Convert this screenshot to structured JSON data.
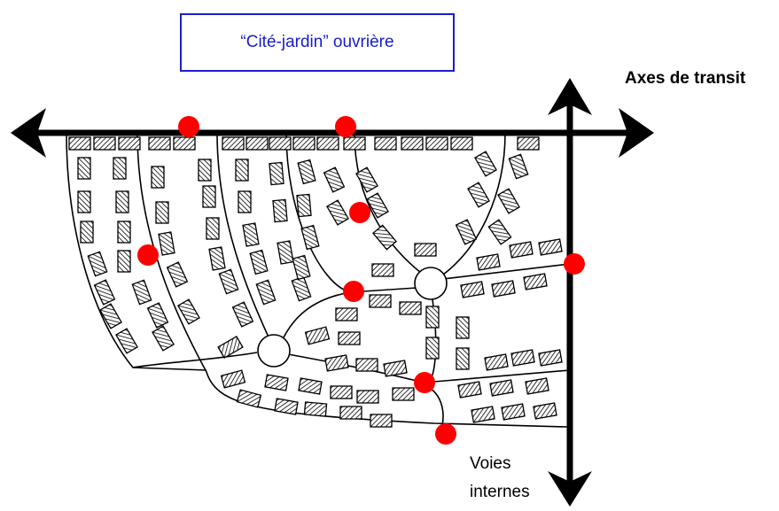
{
  "title": "“Cité-jardin” ouvrière",
  "axes_label": "Axes de transit",
  "internal_roads_label": "Voies internes",
  "colors": {
    "title_border": "#1d1dcc",
    "title_text": "#1a1acc",
    "access_point": "#ff0000",
    "lines": "#000000"
  },
  "legend_items": [
    {
      "name": "transit-axes",
      "label": "Axes de transit"
    },
    {
      "name": "internal-roads",
      "label": "Voies internes"
    }
  ]
}
